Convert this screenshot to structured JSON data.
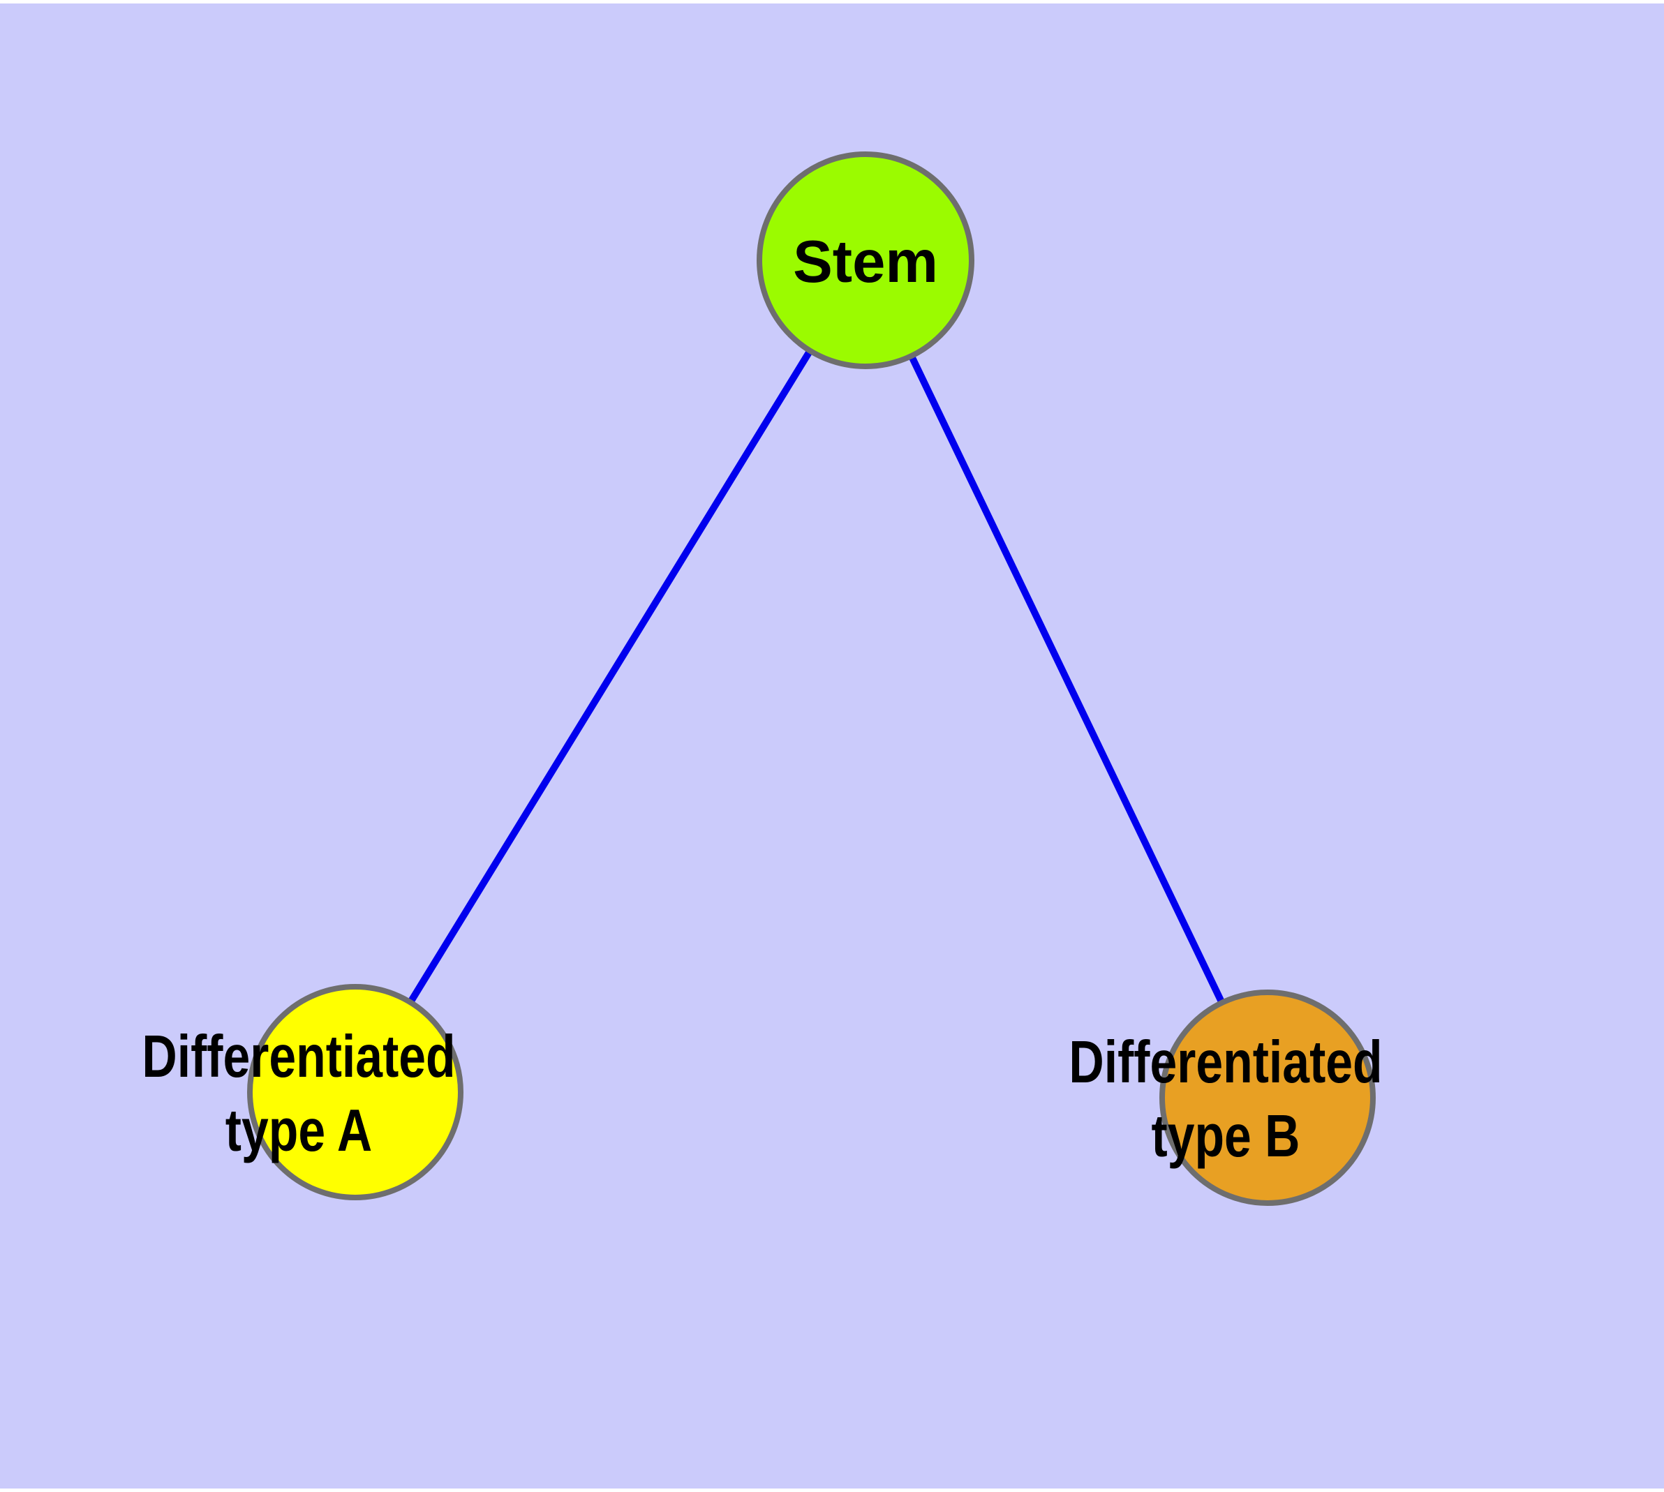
{
  "diagram": {
    "background_color": "#CBCBFB",
    "border_strip_color": "#FFFFFF",
    "edge_style": {
      "color": "#0000EE",
      "width": 10
    },
    "node_style": {
      "stroke_color": "#6E6E6E",
      "stroke_width": 8,
      "label_color": "#000000"
    },
    "nodes": [
      {
        "id": "stem",
        "label": "Stem",
        "label_lines": [
          "Stem"
        ],
        "fill": "#9BFB00"
      },
      {
        "id": "type-a",
        "label": "Differentiated type A",
        "label_lines": [
          "Differentiated",
          "type A"
        ],
        "fill": "#FFFF00"
      },
      {
        "id": "type-b",
        "label": "Differentiated type B",
        "label_lines": [
          "Differentiated",
          "type B"
        ],
        "fill": "#E8A023"
      }
    ],
    "edges": [
      {
        "from": "Stem",
        "to": "Differentiated type A"
      },
      {
        "from": "Stem",
        "to": "Differentiated type B"
      }
    ]
  }
}
